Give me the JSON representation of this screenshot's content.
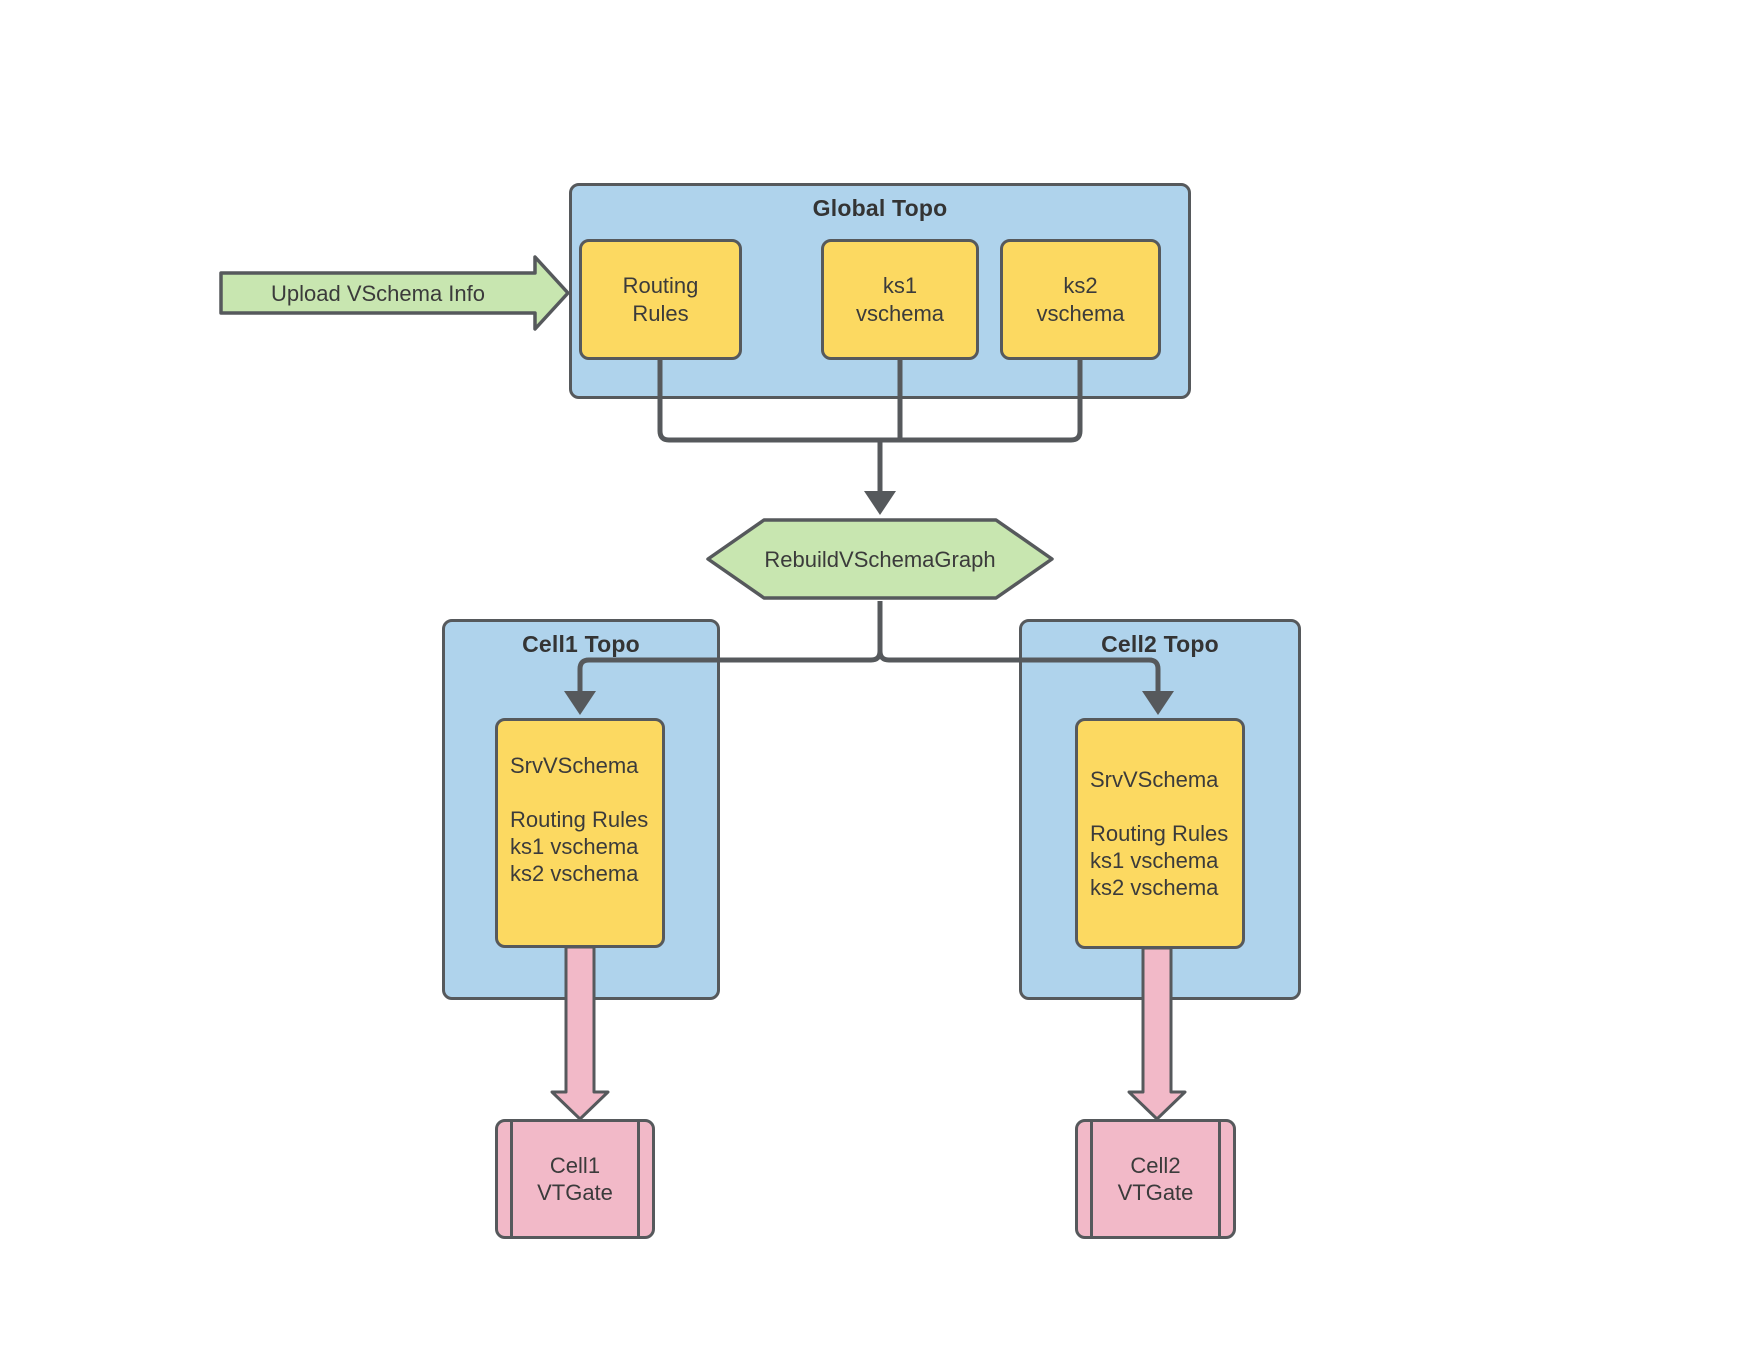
{
  "diagram": {
    "upload_arrow": {
      "label": "Upload VSchema Info"
    },
    "global_topo": {
      "title": "Global Topo",
      "routing_rules": "Routing\nRules",
      "ks1": "ks1\nvschema",
      "ks2": "ks2\nvschema"
    },
    "rebuild": {
      "label": "RebuildVSchemaGraph"
    },
    "cell1": {
      "title": "Cell1 Topo",
      "srvvschema": "SrvVSchema\n\nRouting Rules\nks1 vschema\nks2 vschema",
      "vtgate": "Cell1\nVTGate"
    },
    "cell2": {
      "title": "Cell2 Topo",
      "srvvschema": "SrvVSchema\n\nRouting Rules\nks1 vschema\nks2 vschema",
      "vtgate": "Cell2\nVTGate"
    },
    "colors": {
      "blue": "#AFD3EC",
      "yellow": "#FCD961",
      "green": "#C8E6B0",
      "pink": "#F2B9C8",
      "line": "#56595C"
    }
  }
}
